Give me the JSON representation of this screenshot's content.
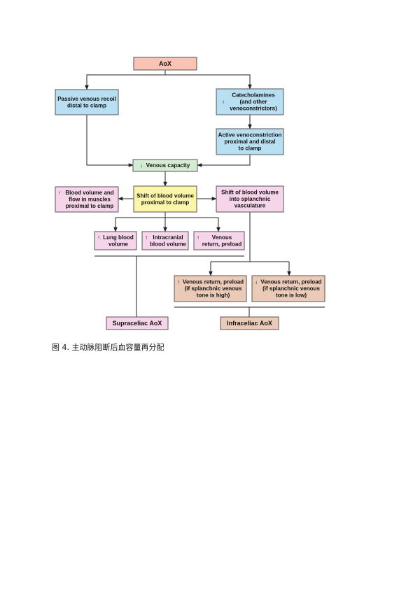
{
  "diagram": {
    "colors": {
      "red": "#f9c4b4",
      "blue": "#b8def2",
      "green": "#d4ecd4",
      "yellow": "#fbf6a8",
      "pink": "#f6d4ea",
      "tan": "#eccab8",
      "outline": "#555555",
      "line": "#222222"
    },
    "nodes": {
      "aox": {
        "lines": [
          "AoX"
        ]
      },
      "passive": {
        "lines": [
          "Passive venous recoil",
          "distal to clamp"
        ]
      },
      "catechol": {
        "arrow": "up",
        "lines": [
          "Catecholamines",
          "(and other",
          "venoconstrictors)"
        ]
      },
      "active": {
        "lines": [
          "Active venoconstriction",
          "proximal and distal",
          "to clamp"
        ]
      },
      "capacity": {
        "arrow": "down",
        "lines": [
          "Venous capacity"
        ]
      },
      "blood_muscle": {
        "arrow": "up",
        "lines": [
          "Blood volume and",
          "flow in muscles",
          "proximal to clamp"
        ]
      },
      "shift": {
        "lines": [
          "Shift of blood volume",
          "proximal to clamp"
        ]
      },
      "splanchnic": {
        "lines": [
          "Shift of blood volume",
          "into splanchnic",
          "vasculature"
        ]
      },
      "lung": {
        "arrow": "up",
        "lines": [
          "Lung blood",
          "volume"
        ]
      },
      "intracranial": {
        "arrow": "up",
        "lines": [
          "Intracranial",
          "blood volume"
        ]
      },
      "venous_return": {
        "arrow": "up",
        "lines": [
          "Venous",
          "return, preload"
        ]
      },
      "vr_high": {
        "arrow": "up",
        "lines": [
          "Venous return, preload",
          "(if splanchnic venous",
          "tone is high)"
        ]
      },
      "vr_low": {
        "arrow": "down",
        "lines": [
          "Venous return, preload",
          "(if splanchnic venous",
          "tone is low)"
        ]
      },
      "supraceliac": {
        "lines": [
          "Supraceliac AoX"
        ]
      },
      "infraceliac": {
        "lines": [
          "Infraceliac AoX"
        ]
      }
    }
  },
  "caption": "图 4. 主动脉阻断后血容量再分配"
}
